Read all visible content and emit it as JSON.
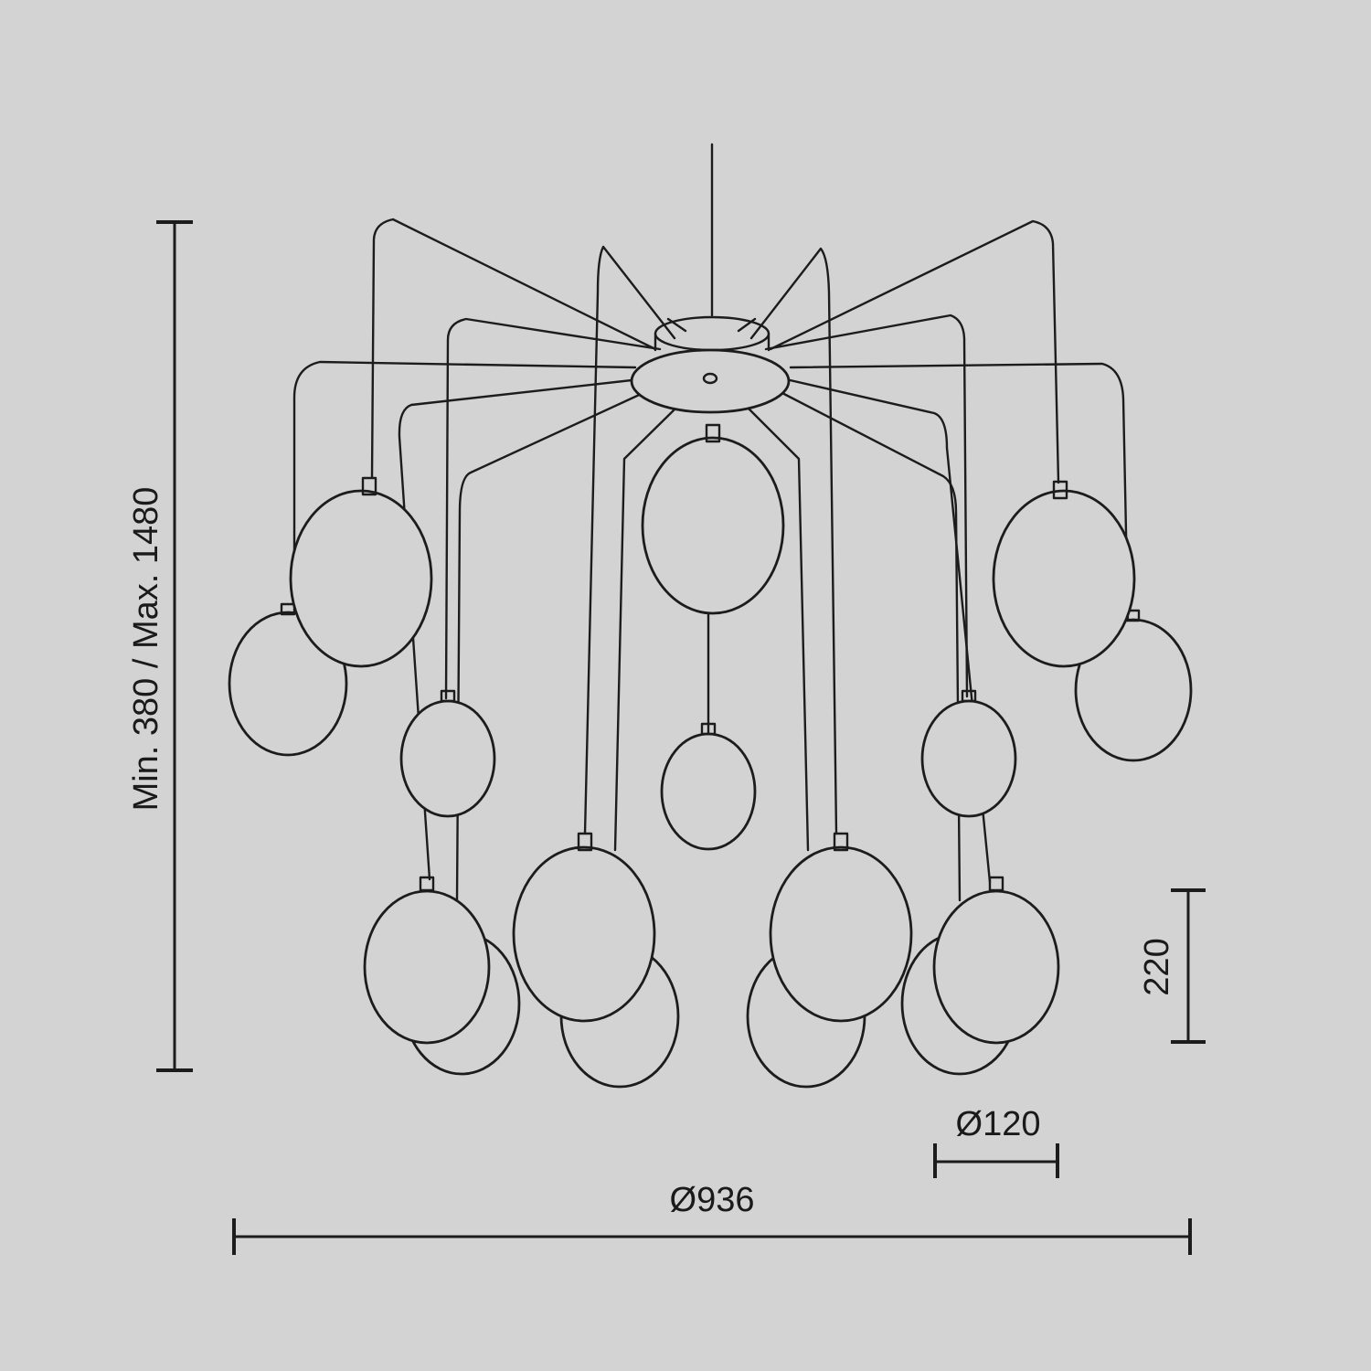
{
  "dimensions": {
    "height": "Min. 380 / Max. 1480",
    "shade_height": "220",
    "shade_diameter": "Ø120",
    "total_diameter": "Ø936"
  },
  "colors": {
    "background": "#d3d3d3",
    "line": "#1c1c1c"
  }
}
